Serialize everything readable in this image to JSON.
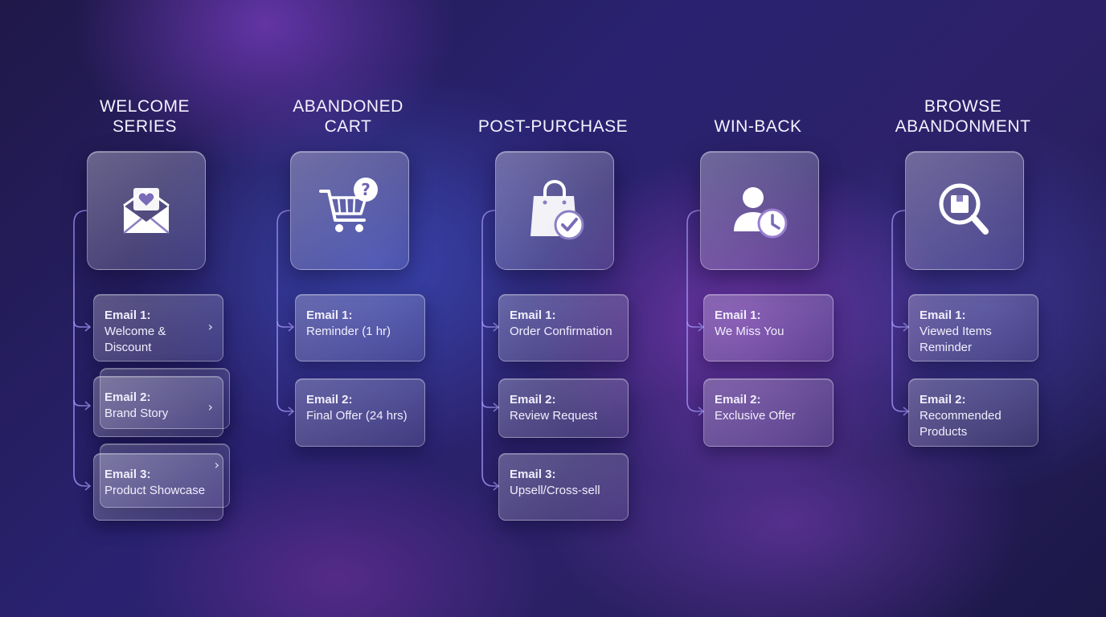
{
  "flows": [
    {
      "title": "WELCOME\nSERIES",
      "icon": "envelope-heart-icon",
      "emails": [
        {
          "num": "Email 1:",
          "name": "Welcome &\nDiscount"
        },
        {
          "num": "Email 2:",
          "name": "Brand Story"
        },
        {
          "num": "Email 3:",
          "name": "Product Showcase"
        }
      ]
    },
    {
      "title": "ABANDONED\nCART",
      "icon": "cart-question-icon",
      "emails": [
        {
          "num": "Email 1:",
          "name": "Reminder (1 hr)"
        },
        {
          "num": "Email 2:",
          "name": "Final Offer (24 hrs)"
        }
      ]
    },
    {
      "title": "POST-PURCHASE",
      "icon": "bag-check-icon",
      "emails": [
        {
          "num": "Email 1:",
          "name": "Order Confirmation"
        },
        {
          "num": "Email 2:",
          "name": "Review Request"
        },
        {
          "num": "Email 3:",
          "name": "Upsell/Cross-sell"
        }
      ]
    },
    {
      "title": "WIN-BACK",
      "icon": "user-clock-icon",
      "emails": [
        {
          "num": "Email 1:",
          "name": "We Miss You"
        },
        {
          "num": "Email 2:",
          "name": "Exclusive Offer"
        }
      ]
    },
    {
      "title": "BROWSE\nABANDONMENT",
      "icon": "magnifier-box-icon",
      "emails": [
        {
          "num": "Email 1:",
          "name": "Viewed Items\nReminder"
        },
        {
          "num": "Email 2:",
          "name": "Recommended\nProducts"
        }
      ]
    }
  ],
  "colors": {
    "connector": "#a99cff",
    "icon_fill": "#ffffff"
  }
}
